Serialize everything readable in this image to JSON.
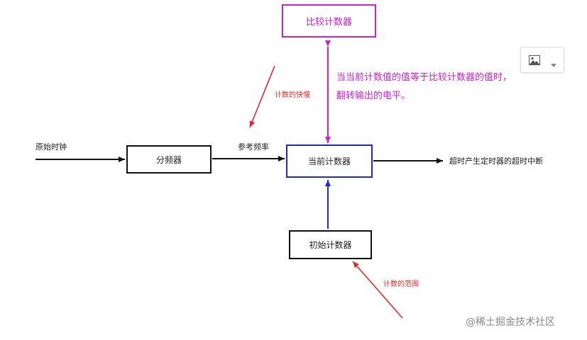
{
  "diagram": {
    "boxes": {
      "compare_counter": "比较计数器",
      "prescaler": "分频器",
      "current_counter": "当前计数器",
      "initial_counter": "初始计数器"
    },
    "labels": {
      "source_clock": "原始时钟",
      "reference_freq": "参考频率",
      "timeout_interrupt": "超时产生定时器的超时中断",
      "toggle_note_line1": "当当前计数值的值等于比较计数器的值时，",
      "toggle_note_line2": "翻转输出的电平。",
      "count_speed": "计数的快慢",
      "count_range": "计数的范围"
    }
  },
  "toolbar": {
    "image_icon": "image-icon",
    "dropdown_icon": "chevron-down-icon"
  },
  "watermark": "@稀土掘金技术社区",
  "colors": {
    "magenta": "#cc22cc",
    "blue": "#1e2ad6",
    "red_annotation": "#e02a2a",
    "black": "#111111"
  }
}
